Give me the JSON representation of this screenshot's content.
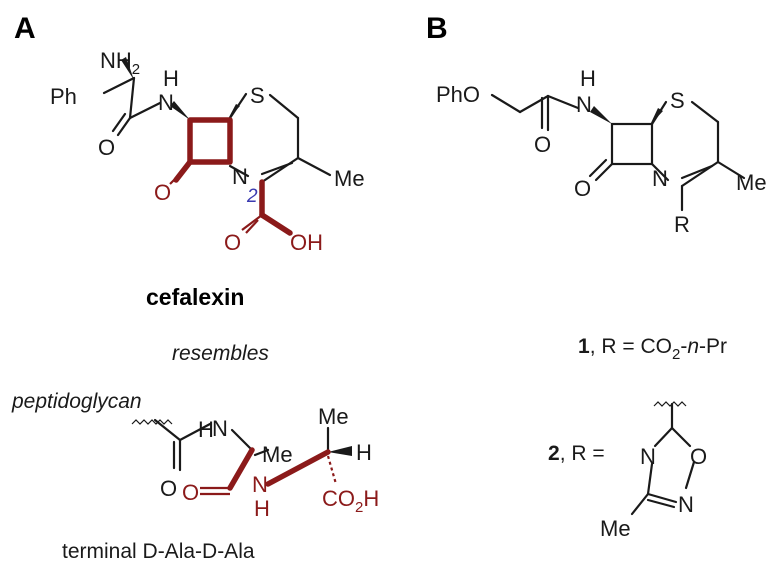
{
  "panels": {
    "a_label": "A",
    "b_label": "B"
  },
  "panel_a": {
    "nh2": "NH",
    "nh2_sub": "2",
    "ph": "Ph",
    "h_amide": "H",
    "n_amide": "N",
    "o_amide": "O",
    "s": "S",
    "n_ring": "N",
    "o_lactam": "O",
    "me": "Me",
    "pos_label": "2",
    "o_acid": "O",
    "oh": "OH",
    "compound_name": "cefalexin",
    "resembles": "resembles",
    "peptidoglycan": "peptidoglycan",
    "pep_h_top": "H",
    "pep_n_top": "N",
    "pep_o_left": "O",
    "pep_me_mid": "Me",
    "pep_me_top": "Me",
    "pep_h_right": "H",
    "pep_o_red": "O",
    "pep_n_red": "N",
    "pep_h_red": "H",
    "pep_co2h": "CO",
    "pep_co2h_sub": "2",
    "pep_co2h_h": "H",
    "terminal_caption": "terminal D-Ala-D-Ala"
  },
  "panel_b": {
    "pho": "PhO",
    "h_amide": "H",
    "n_amide": "N",
    "o_amide": "O",
    "s": "S",
    "n_ring": "N",
    "o_lactam": "O",
    "me": "Me",
    "r": "R",
    "cmpd1_num": "1",
    "cmpd1_text": ", R = CO",
    "cmpd1_sub": "2",
    "cmpd1_dash": "-",
    "cmpd1_n": "n",
    "cmpd1_pr": "-Pr",
    "cmpd2_num": "2",
    "cmpd2_text": ", R =",
    "ox_n_top": "N",
    "ox_o": "O",
    "ox_n_bottom": "N",
    "ox_me": "Me"
  },
  "colors": {
    "highlight": "#8b1a1a",
    "position_label": "#3a3ab0",
    "bonds": "#1a1a1a"
  }
}
